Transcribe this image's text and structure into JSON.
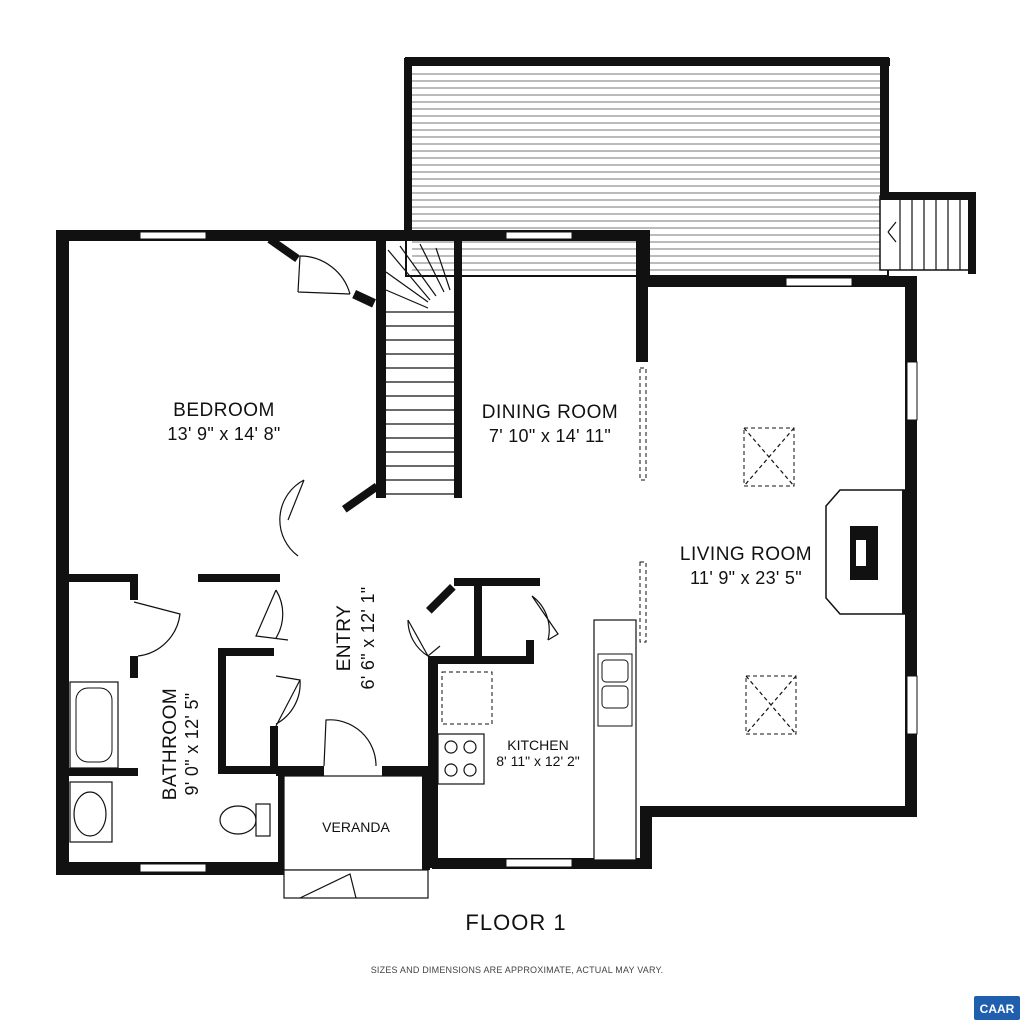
{
  "rooms": {
    "bedroom": {
      "name": "BEDROOM",
      "dim": "13' 9\" x 14' 8\""
    },
    "dining": {
      "name": "DINING ROOM",
      "dim": "7' 10\" x 14' 11\""
    },
    "living": {
      "name": "LIVING ROOM",
      "dim": "11' 9\" x 23' 5\""
    },
    "entry": {
      "name": "ENTRY",
      "dim": "6' 6\" x 12' 1\""
    },
    "bathroom": {
      "name": "BATHROOM",
      "dim": "9' 0\" x 12' 5\""
    },
    "kitchen": {
      "name": "KITCHEN",
      "dim": "8' 11\" x 12' 2\""
    },
    "veranda": {
      "name": "VERANDA"
    }
  },
  "floor_title": "FLOOR 1",
  "disclaimer": "SIZES AND DIMENSIONS ARE APPROXIMATE, ACTUAL MAY VARY.",
  "logo": {
    "text": "CAAR",
    "color": "#1f5fae"
  }
}
